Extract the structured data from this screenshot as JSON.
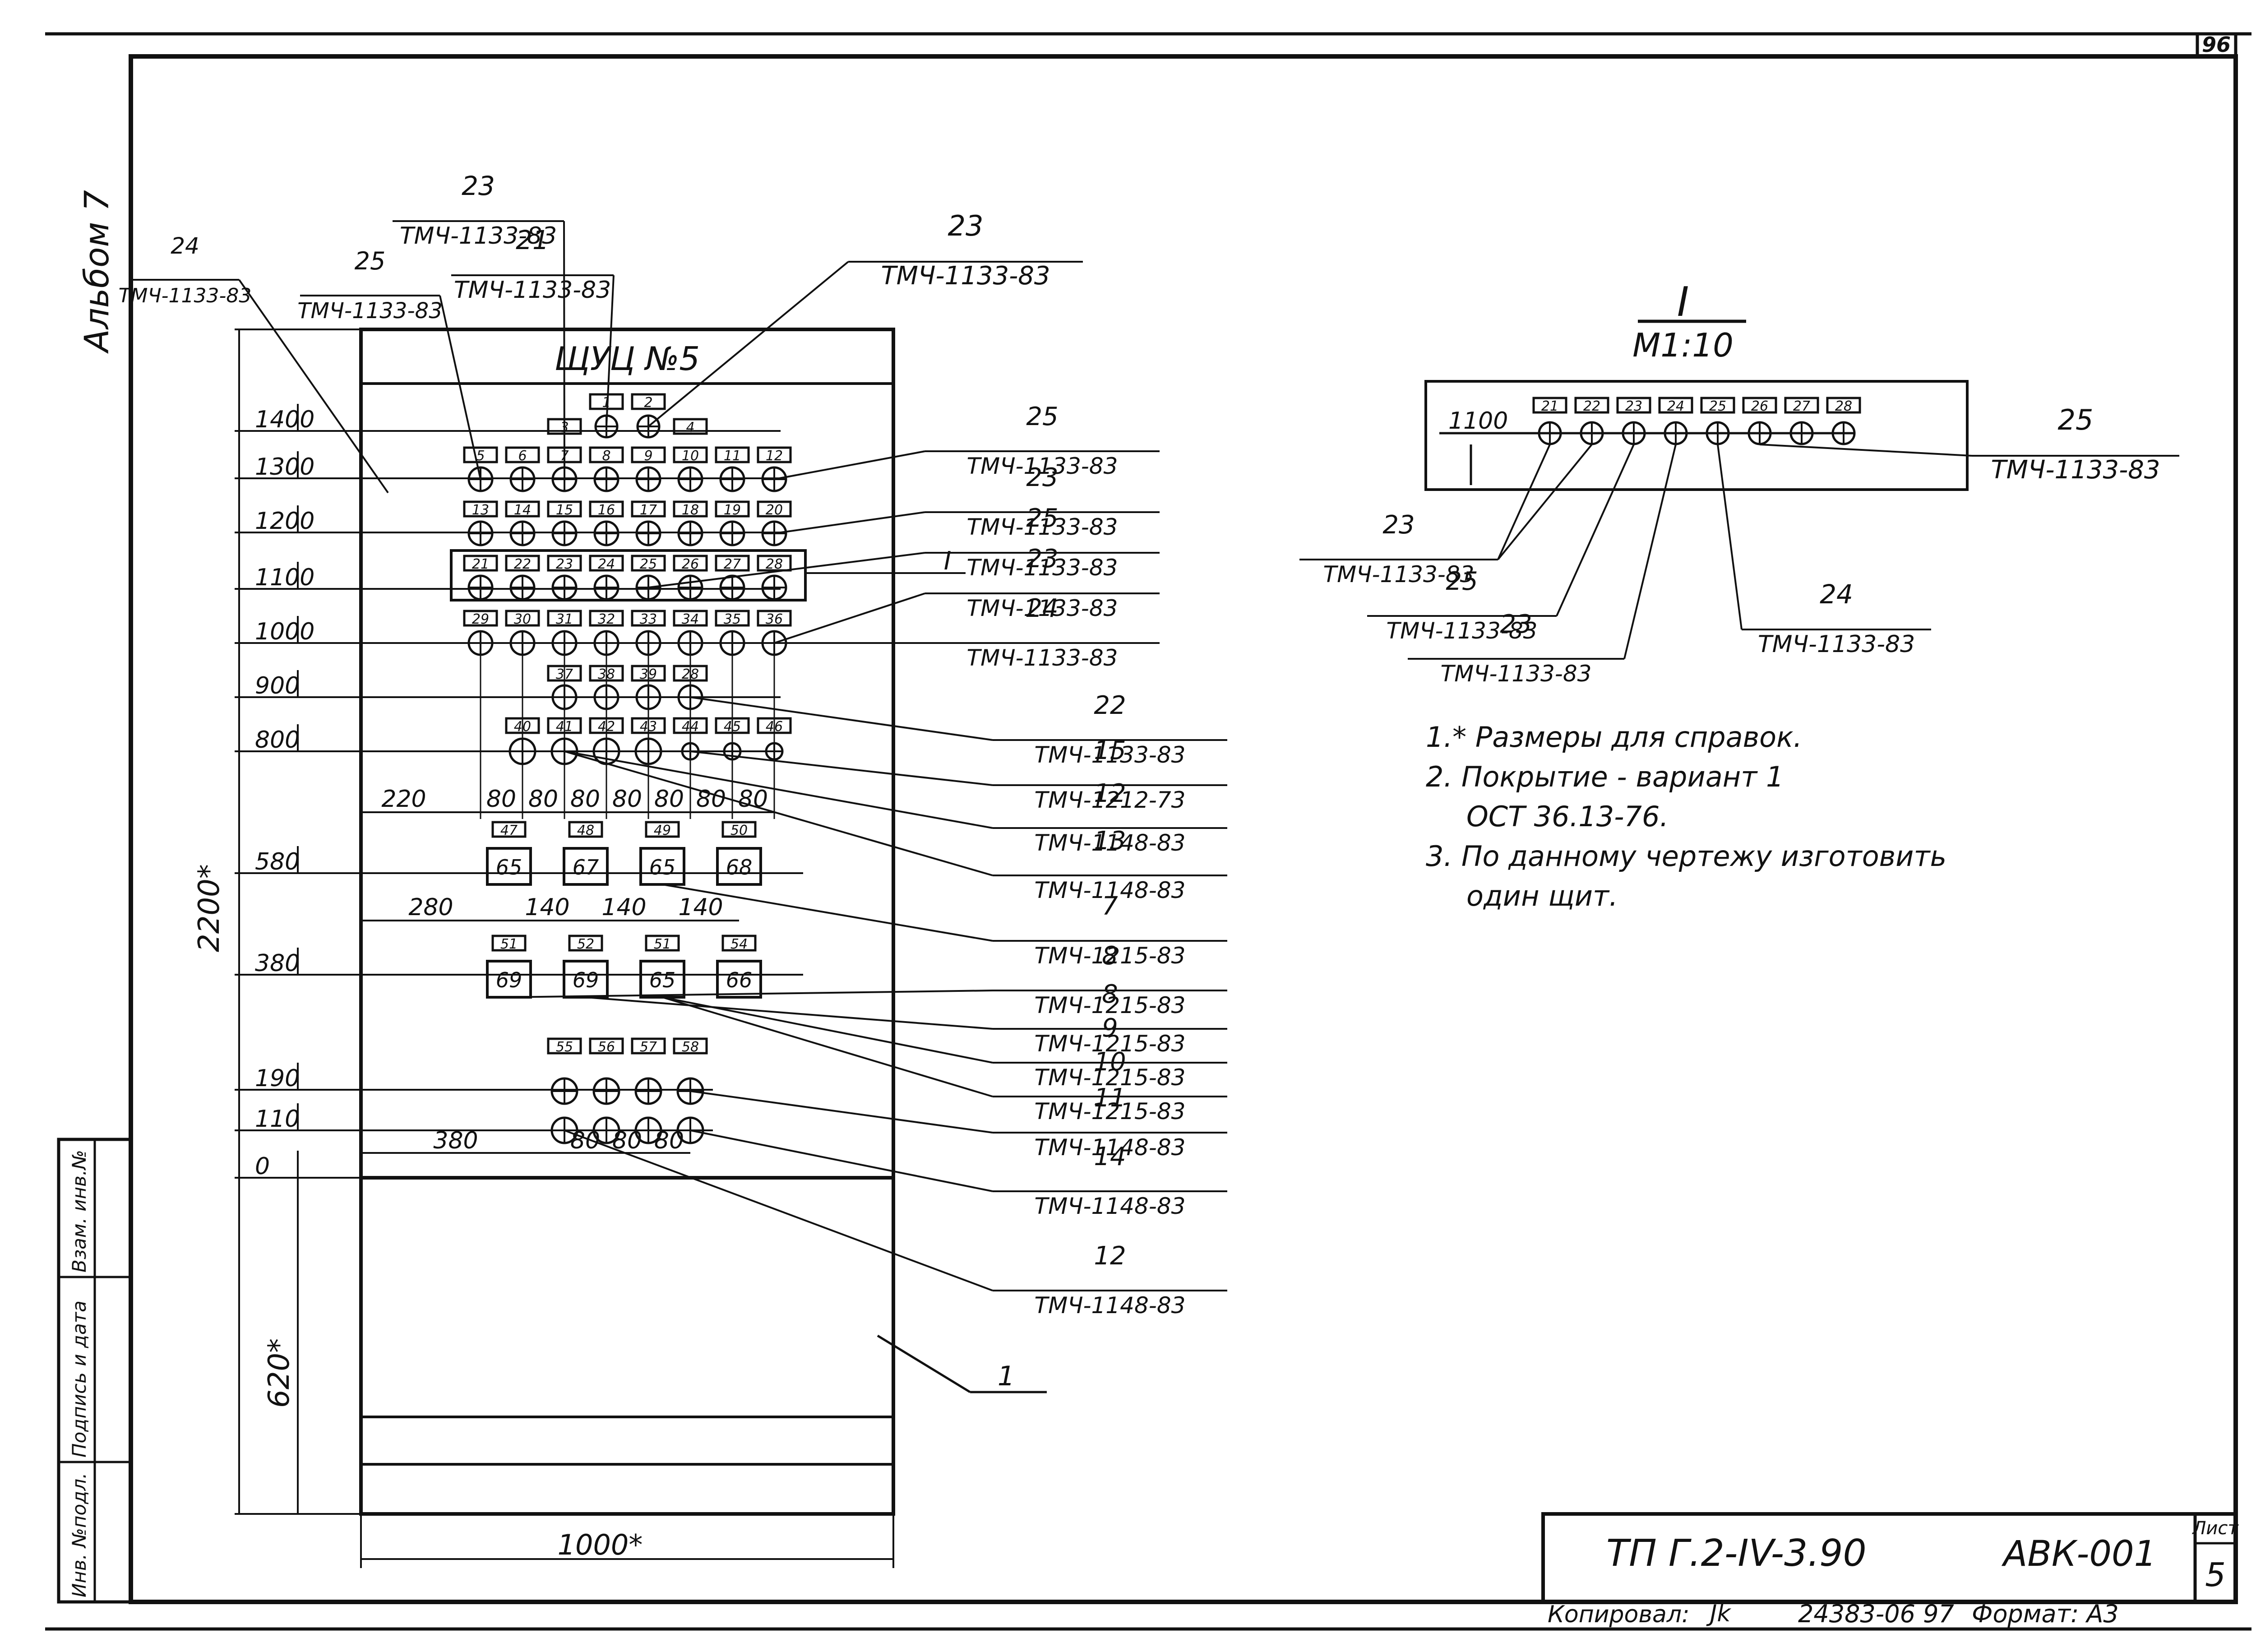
{
  "sheet": {
    "page_corner": "96",
    "album": "Альбом 7",
    "sheet_label": "Лист",
    "sheet_number": "5",
    "project_code": "ТП Г.2-IV-3.90",
    "doc_code": "АВК-001",
    "copied_by": "Копировал:",
    "archive_number": "24383-06 97",
    "format": "Формат: А3",
    "side_stamp": [
      "Инв. №подл.",
      "Подпись и дата",
      "Взам. инв.№"
    ]
  },
  "panel": {
    "title": "ЩУЦ №5",
    "item_label": "1",
    "overall_height": "2200*",
    "lower_height": "620*",
    "width": "1000*",
    "left_levels": [
      "1400",
      "1300",
      "1200",
      "1100",
      "1000",
      "900",
      "800",
      "580",
      "380",
      "190",
      "110",
      "0"
    ],
    "spacing_row_1": [
      "220",
      "80",
      "80",
      "80",
      "80",
      "80",
      "80",
      "80"
    ],
    "spacing_row_2": [
      "280",
      "140",
      "140",
      "140"
    ],
    "spacing_row_3": [
      "380",
      "80",
      "80",
      "80"
    ],
    "rows": [
      [
        "1",
        "2"
      ],
      [
        "3",
        "4"
      ],
      [
        "5",
        "6",
        "7",
        "8",
        "9",
        "10",
        "11",
        "12"
      ],
      [
        "13",
        "14",
        "15",
        "16",
        "17",
        "18",
        "19",
        "20"
      ],
      [
        "21",
        "22",
        "23",
        "24",
        "25",
        "26",
        "27",
        "28"
      ],
      [
        "29",
        "30",
        "31",
        "32",
        "33",
        "34",
        "35",
        "36"
      ],
      [
        "37",
        "38",
        "39",
        "28"
      ],
      [
        "40",
        "41",
        "42",
        "43",
        "44",
        "45",
        "46"
      ],
      [
        "47",
        "48",
        "49",
        "50"
      ],
      [
        "51",
        "52",
        "51",
        "54"
      ],
      [
        "55",
        "56",
        "57",
        "58"
      ]
    ],
    "devices_580": [
      "65",
      "67",
      "65",
      "68"
    ],
    "devices_380": [
      "69",
      "69",
      "65",
      "66"
    ],
    "detail_marker": "I"
  },
  "callouts_top": [
    {
      "num": "24",
      "spec": "ТМЧ-1133-83"
    },
    {
      "num": "25",
      "spec": "ТМЧ-1133-83"
    },
    {
      "num": "23",
      "spec": "ТМЧ-1133-83"
    },
    {
      "num": "21",
      "spec": "ТМЧ-1133-83"
    },
    {
      "num": "23",
      "spec": "ТМЧ-1133-83"
    }
  ],
  "callouts_right": [
    {
      "num": "25",
      "spec": "ТМЧ-1133-83"
    },
    {
      "num": "23",
      "spec": "ТМЧ-1133-83"
    },
    {
      "num": "25",
      "spec": "ТМЧ-1133-83"
    },
    {
      "num": "23",
      "spec": "ТМЧ-1133-83"
    },
    {
      "num": "24",
      "spec": "ТМЧ-1133-83"
    },
    {
      "num": "22",
      "spec": "ТМЧ-1133-83"
    },
    {
      "num": "15",
      "spec": "ТМЧ-1212-73"
    },
    {
      "num": "12",
      "spec": "ТМЧ-1148-83"
    },
    {
      "num": "13",
      "spec": "ТМЧ-1148-83"
    },
    {
      "num": "7",
      "spec": "ТМЧ-1215-83"
    },
    {
      "num": "8",
      "spec": "ТМЧ-1215-83"
    },
    {
      "num": "8",
      "spec": "ТМЧ-1215-83"
    },
    {
      "num": "9",
      "spec": "ТМЧ-1215-83"
    },
    {
      "num": "10",
      "spec": "ТМЧ-1215-83"
    },
    {
      "num": "11",
      "spec": "ТМЧ-1148-83"
    },
    {
      "num": "14",
      "spec": "ТМЧ-1148-83"
    },
    {
      "num": "12",
      "spec": "ТМЧ-1148-83"
    }
  ],
  "detail": {
    "title": "I",
    "scale": "М1:10",
    "level": "1100",
    "labels": [
      "21",
      "22",
      "23",
      "24",
      "25",
      "26",
      "27",
      "28"
    ],
    "callouts": [
      {
        "num": "25",
        "spec": "ТМЧ-1133-83"
      },
      {
        "num": "23",
        "spec": "ТМЧ-1133-83"
      },
      {
        "num": "25",
        "spec": "ТМЧ-1133-83"
      },
      {
        "num": "23",
        "spec": "ТМЧ-1133-83"
      },
      {
        "num": "24",
        "spec": "ТМЧ-1133-83"
      }
    ]
  },
  "notes": [
    "1.* Размеры для справок.",
    "2. Покрытие - вариант 1",
    "ОСТ 36.13-76.",
    "3. По данному чертежу изготовить",
    "один щит."
  ]
}
